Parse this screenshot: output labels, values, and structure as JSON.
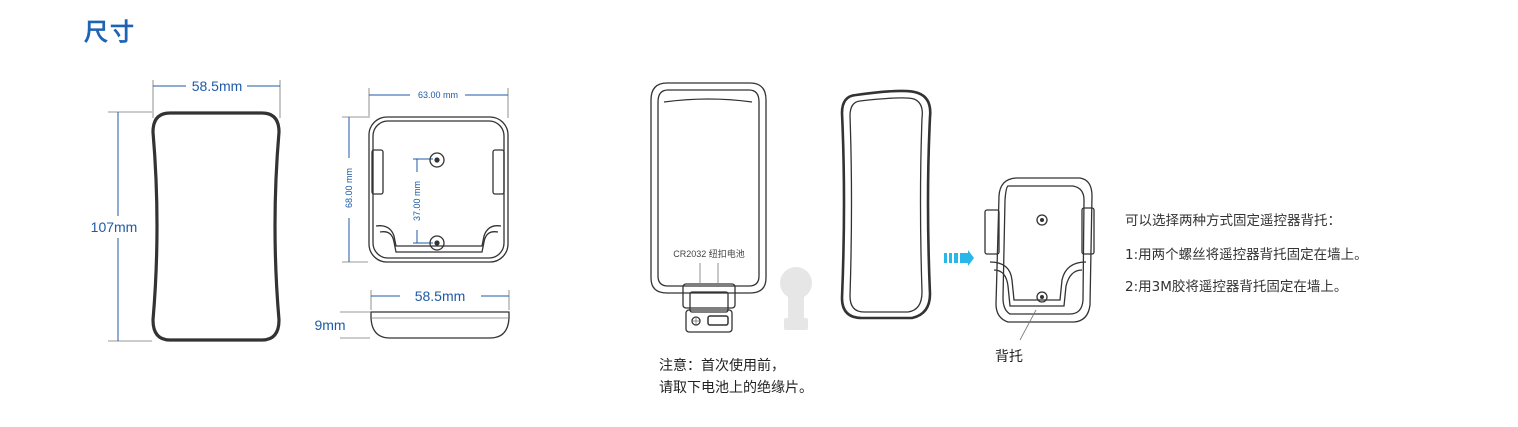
{
  "title": "尺寸",
  "dimensions": {
    "front_width": "58.5mm",
    "front_height": "107mm",
    "bracket_width": "63.00 mm",
    "bracket_height": "68.00 mm",
    "hole_spacing": "37.00 mm",
    "side_width": "58.5mm",
    "side_thickness": "9mm"
  },
  "battery_label": "CR2032 纽扣电池",
  "battery_note": [
    "注意：首次使用前，",
    "请取下电池上的绝缘片。"
  ],
  "bracket_label": "背托",
  "mount_info": {
    "heading": "可以选择两种方式固定遥控器背托：",
    "methods": [
      "1:用两个螺丝将遥控器背托固定在墙上。",
      "2:用3M胶将遥控器背托固定在墙上。"
    ]
  },
  "colors": {
    "accent": "#1f63b3",
    "dimension": "#1f5aa6",
    "arrow": "#29b6e8"
  },
  "icons": [
    "screw-hole-icon",
    "arrow-right-icon",
    "battery-icon",
    "pin-icon"
  ]
}
